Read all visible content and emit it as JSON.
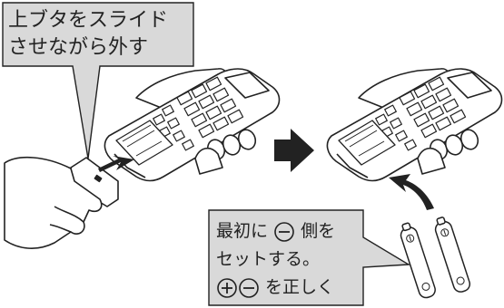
{
  "callout_top": {
    "line1": "上ブタをスライド",
    "line2": "させながら外す"
  },
  "callout_bottom": {
    "line1_a": "最初に",
    "line1_b": "側を",
    "line2": "セットする。",
    "line3": "を正しく"
  },
  "icons": {
    "minus": "minus-circle-icon",
    "plus": "plus-circle-icon",
    "arrow": "right-arrow-icon"
  },
  "colors": {
    "callout_fill": "#d9d9d9",
    "outline": "#222222",
    "arrow": "#222222"
  }
}
